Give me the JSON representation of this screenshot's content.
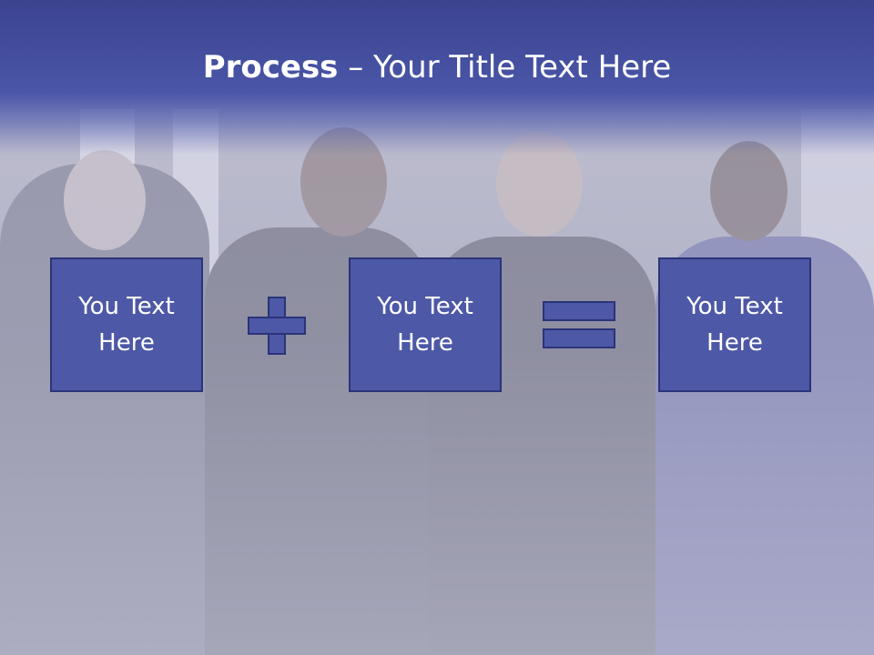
{
  "title": {
    "bold": "Process",
    "rest": " – Your Title Text Here"
  },
  "boxes": [
    {
      "label": "You Text Here"
    },
    {
      "label": "You Text Here"
    },
    {
      "label": "You Text Here"
    }
  ],
  "operators": [
    "plus-icon",
    "equals-icon"
  ],
  "colors": {
    "title_band": "#3b438f",
    "box_fill": "#4d58a6",
    "box_border": "#2b3478",
    "text": "#ffffff"
  }
}
